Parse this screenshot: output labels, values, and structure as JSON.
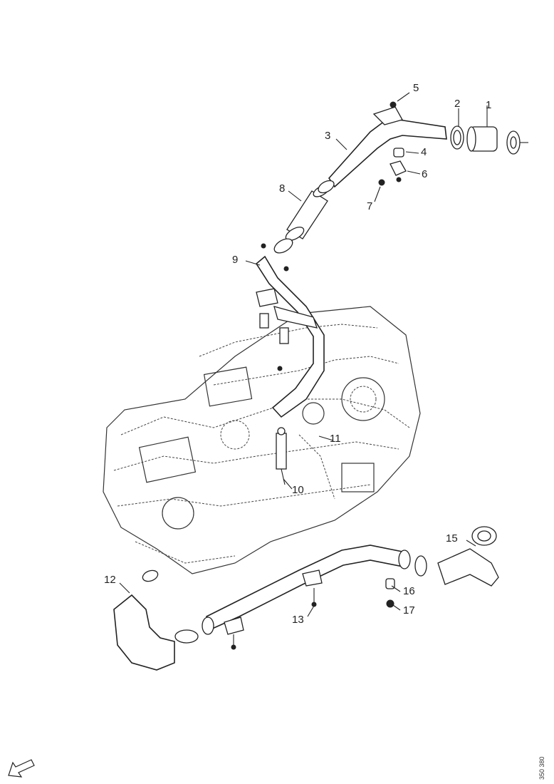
{
  "diagram": {
    "callouts": [
      "1",
      "2",
      "3",
      "4",
      "5",
      "6",
      "7",
      "8",
      "9",
      "10",
      "11",
      "12",
      "13",
      "15",
      "16",
      "17"
    ],
    "reference_code": "350 380",
    "icons": [
      "front-direction-arrow-icon"
    ]
  }
}
